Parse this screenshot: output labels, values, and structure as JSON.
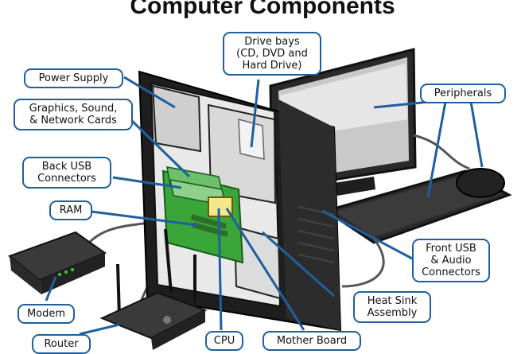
{
  "title": "Computer Components",
  "labels": {
    "power_supply": "Power Supply",
    "graphics_cards": "Graphics, Sound,\n& Network Cards",
    "back_usb": "Back USB\nConnectors",
    "ram": "RAM",
    "modem": "Modem",
    "router": "Router",
    "cpu": "CPU",
    "mother_board": "Mother Board",
    "heat_sink": "Heat Sink\nAssembly",
    "front_usb": "Front USB\n& Audio\nConnectors",
    "peripherals": "Peripherals",
    "drive_bays": "Drive bays\n(CD, DVD and\nHard Drive)"
  },
  "colors": {
    "callout_border": "#1f5f9e",
    "leader_line": "#1f5f9e",
    "case": "#1e1e1e",
    "board": "#3aa63a"
  }
}
